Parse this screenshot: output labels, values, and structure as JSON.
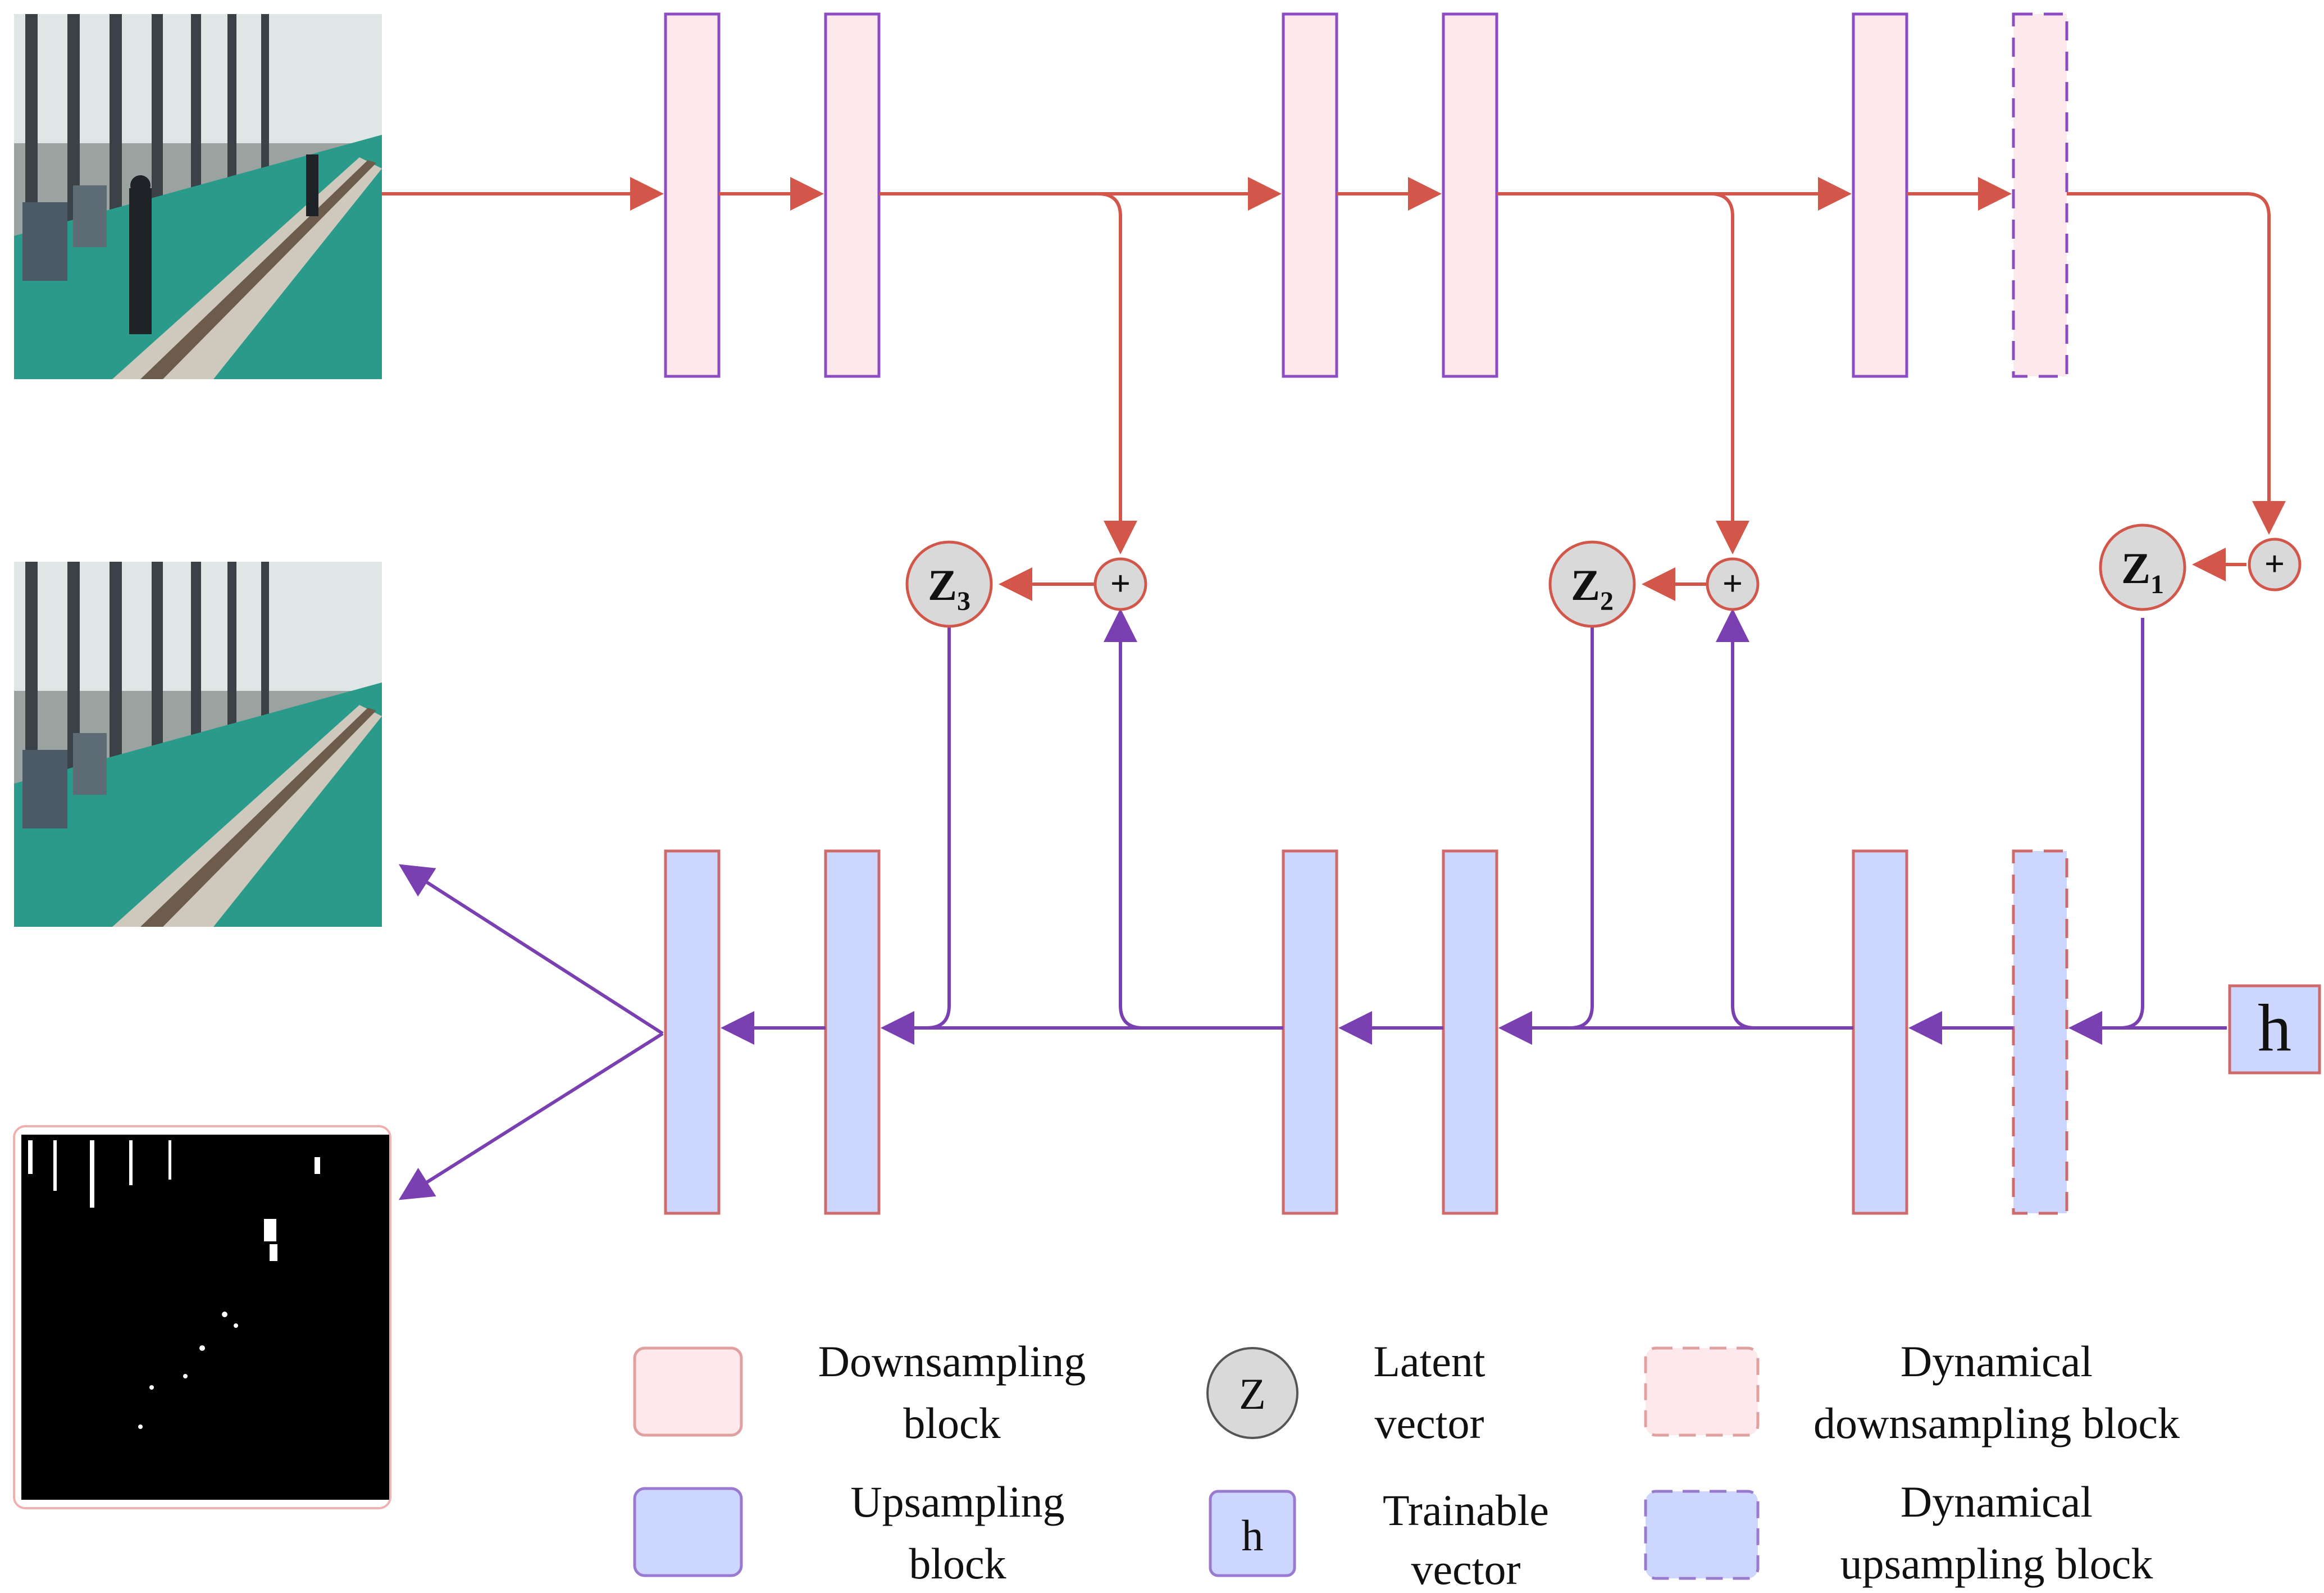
{
  "colors": {
    "encoder_arrow": "#d2574a",
    "decoder_arrow": "#7a3fb0",
    "downsampling_fill": "#fde8ec",
    "downsampling_border": "#8d4cc4",
    "upsampling_fill": "#cdd6ff",
    "upsampling_border": "#d06a6a",
    "node_fill": "#d9d9d9",
    "node_border": "#d2574a",
    "floor_green": "#2a9b8a",
    "mask_black": "#000000"
  },
  "images": {
    "input": "factory-scene-with-worker",
    "reconstruction": "factory-scene-reconstructed",
    "mask": "binary-foreground-mask"
  },
  "latent_nodes": [
    {
      "letter": "Z",
      "sub": "3"
    },
    {
      "letter": "Z",
      "sub": "2"
    },
    {
      "letter": "Z",
      "sub": "1"
    }
  ],
  "sum_symbol": "+",
  "trainable_label": "h",
  "legend": {
    "downsampling": [
      "Downsampling",
      "block"
    ],
    "upsampling": [
      "Upsampling",
      "block"
    ],
    "latent_symbol": "Z",
    "latent": [
      "Latent",
      "vector"
    ],
    "trainable_symbol": "h",
    "trainable": [
      "Trainable",
      "vector"
    ],
    "dyn_down": [
      "Dynamical",
      "downsampling block"
    ],
    "dyn_up": [
      "Dynamical",
      "upsampling block"
    ]
  }
}
